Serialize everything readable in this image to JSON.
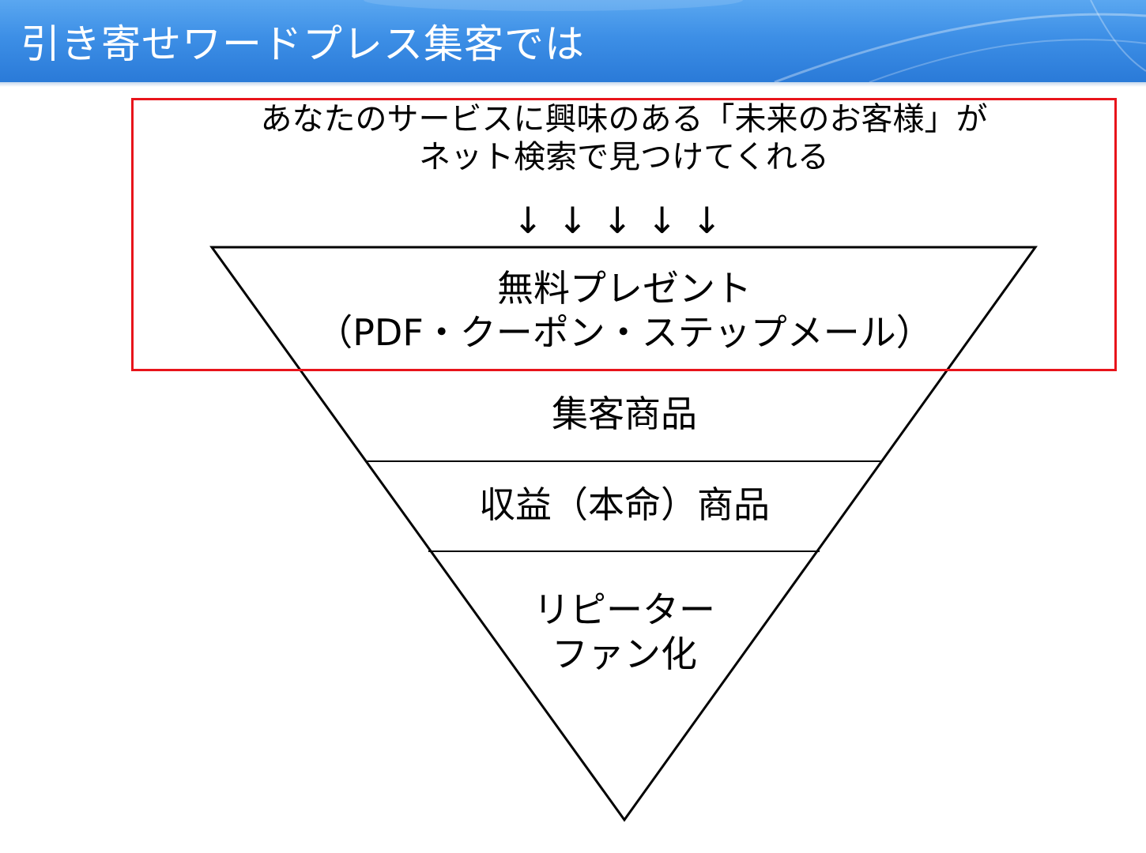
{
  "slide": {
    "title": "引き寄せワードプレス集客では"
  },
  "intro": {
    "line1": "あなたのサービスに興味のある「未来のお客様」が",
    "line2": "ネット検索で見つけてくれる",
    "arrows": "↓↓↓↓↓"
  },
  "funnel": {
    "tiers": [
      {
        "line1": "無料プレゼント",
        "line2": "（PDF・クーポン・ステップメール）"
      },
      {
        "line1": "集客商品",
        "line2": ""
      },
      {
        "line1": "収益（本命）商品",
        "line2": ""
      },
      {
        "line1": "リピーター",
        "line2": "ファン化"
      }
    ]
  },
  "colors": {
    "header_blue": "#3d8fe6",
    "highlight_red": "#e8141b",
    "line_black": "#000000"
  }
}
